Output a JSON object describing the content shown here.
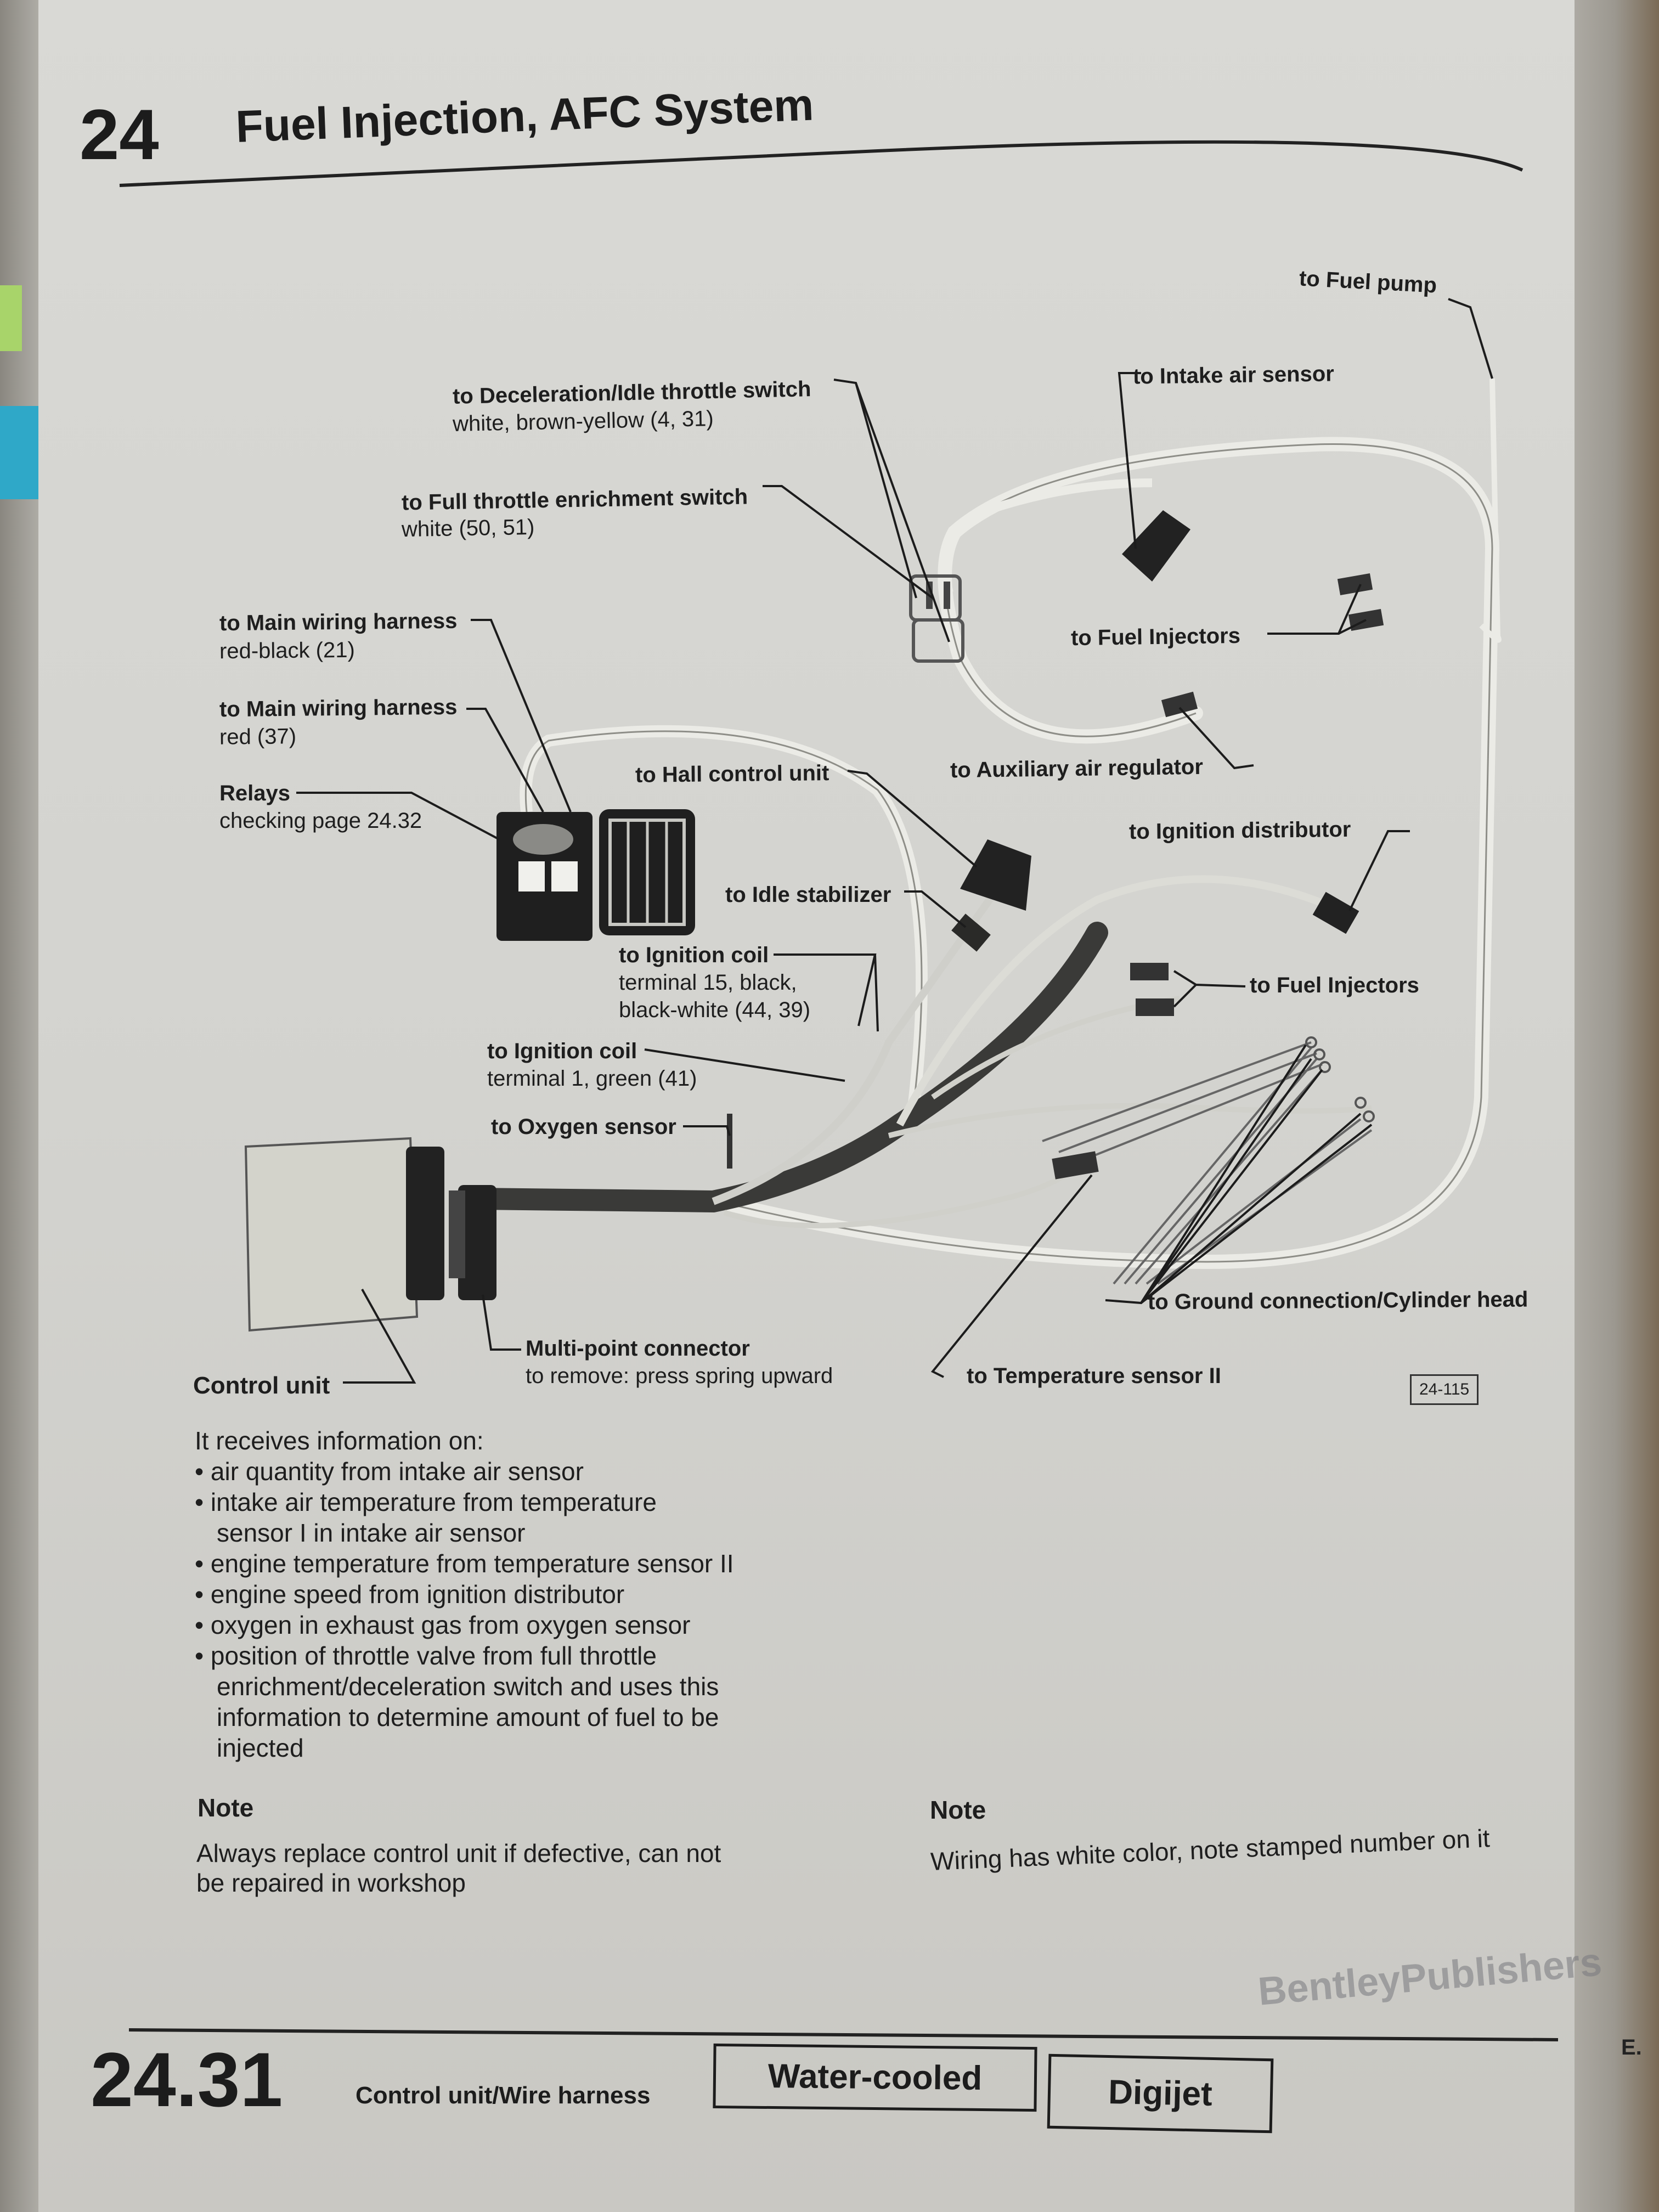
{
  "header": {
    "chapter": "24",
    "title": "Fuel Injection, AFC System"
  },
  "labels": {
    "fuel_pump": "to Fuel pump",
    "decel_l1": "to Deceleration/Idle throttle switch",
    "decel_l2": "white, brown-yellow (4, 31)",
    "intake_air_sensor": "to Intake air sensor",
    "full_throttle_l1": "to Full throttle enrichment switch",
    "full_throttle_l2": "white (50, 51)",
    "main_harness1_l1": "to Main wiring harness",
    "main_harness1_l2": "red-black (21)",
    "fuel_injectors_top": "to Fuel Injectors",
    "main_harness2_l1": "to Main wiring harness",
    "main_harness2_l2": "red (37)",
    "relays_l1": "Relays",
    "relays_l2": "checking page 24.32",
    "hall_control": "to Hall control unit",
    "aux_air": "to Auxiliary air regulator",
    "ignition_distributor": "to Ignition distributor",
    "idle_stabilizer": "to Idle stabilizer",
    "ign_coil15_l1": "to Ignition coil",
    "ign_coil15_l2": "terminal 15, black,",
    "ign_coil15_l3": "black-white (44, 39)",
    "fuel_injectors_mid": "to Fuel Injectors",
    "ign_coil1_l1": "to Ignition coil",
    "ign_coil1_l2": "terminal 1, green (41)",
    "oxygen_sensor": "to Oxygen sensor",
    "ground": "to Ground connection/Cylinder head",
    "control_unit": "Control unit",
    "multipoint_l1": "Multi-point connector",
    "multipoint_l2": "to remove: press spring upward",
    "temp_sensor": "to Temperature sensor II",
    "figure_number": "24-115"
  },
  "info": {
    "intro": "It receives information on:",
    "bullets": [
      [
        "air quantity from intake air sensor"
      ],
      [
        "intake air temperature from temperature",
        "sensor I in intake air sensor"
      ],
      [
        "engine temperature from temperature sensor II"
      ],
      [
        "engine speed from ignition distributor"
      ],
      [
        "oxygen in exhaust gas from oxygen sensor"
      ],
      [
        "position of throttle valve from full throttle",
        "enrichment/deceleration switch and uses this",
        "information to determine amount of fuel to be",
        "injected"
      ]
    ]
  },
  "notes": {
    "left_heading": "Note",
    "left_l1": "Always replace control unit if defective, can not",
    "left_l2": "be repaired in workshop",
    "right_heading": "Note",
    "right_text": "Wiring has white color, note stamped number on it"
  },
  "footer": {
    "page_number": "24.31",
    "description": "Control unit/Wire harness",
    "box1": "Water-cooled",
    "box2": "Digijet",
    "publisher_watermark": "BentleyPublishers",
    "edge_fragment": "E."
  }
}
